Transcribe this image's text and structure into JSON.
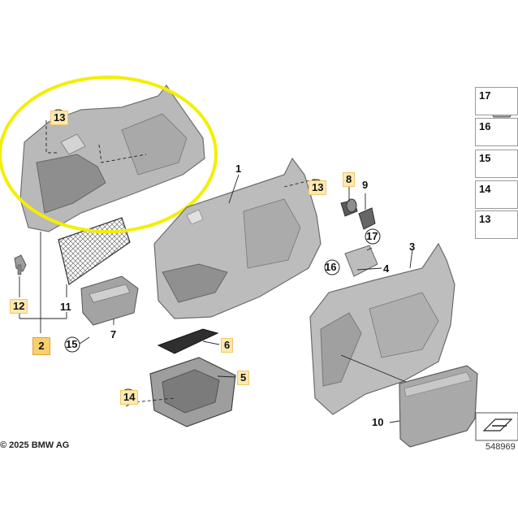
{
  "callouts": {
    "c13a": "13",
    "c13b": "13",
    "c1": "1",
    "c2": "2",
    "c3": "3",
    "c4": "4",
    "c5": "5",
    "c6": "6",
    "c7": "7",
    "c8": "8",
    "c9": "9",
    "c10": "10",
    "c11": "11",
    "c12": "12",
    "c14": "14",
    "c15": "15",
    "c16": "16",
    "c17": "17"
  },
  "sidebar": [
    "17",
    "16",
    "15",
    "14",
    "13"
  ],
  "copyright": "© 2025 BMW AG",
  "drawing_number": "548969",
  "colors": {
    "highlight_ellipse": "#f4ee00",
    "part_fill": "#b8b8b8",
    "part_dark": "#8f8f8f",
    "callout_highlight": "#fde9b0"
  }
}
